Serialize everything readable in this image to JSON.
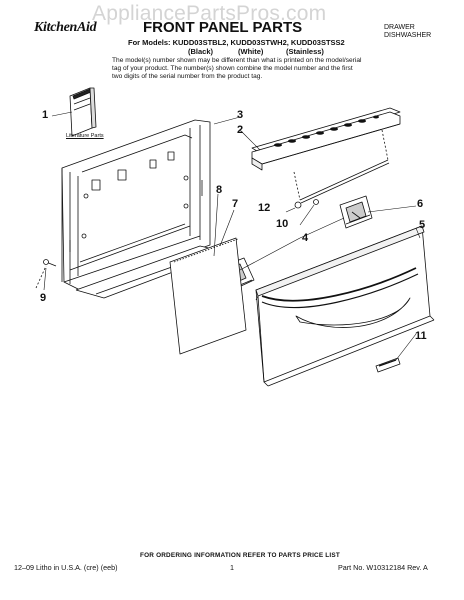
{
  "watermark": "AppliancePartsPros.com",
  "header": {
    "brand": "KitchenAid",
    "title": "FRONT PANEL PARTS",
    "category_line1": "DRAWER",
    "category_line2": "DISHWASHER",
    "models": "For Models: KUDD03STBL2, KUDD03STWH2, KUDD03STSS2",
    "variants": [
      "(Black)",
      "(White)",
      "(Stainless)"
    ],
    "note": "The model(s) number shown may be different than what is printed on the model/serial tag of your product. The number(s) shown combine the model number and the first two digits of the serial number from the product tag."
  },
  "diagram": {
    "literature_label": "Literature Parts",
    "callouts": [
      "1",
      "2",
      "3",
      "4",
      "5",
      "6",
      "7",
      "8",
      "9",
      "10",
      "11",
      "12"
    ]
  },
  "footer": {
    "order_info": "FOR ORDERING INFORMATION REFER TO PARTS PRICE LIST",
    "litho": "12–09 Litho in U.S.A. (cre) (eeb)",
    "page": "1",
    "part_no": "Part No. W10312184 Rev. A"
  }
}
